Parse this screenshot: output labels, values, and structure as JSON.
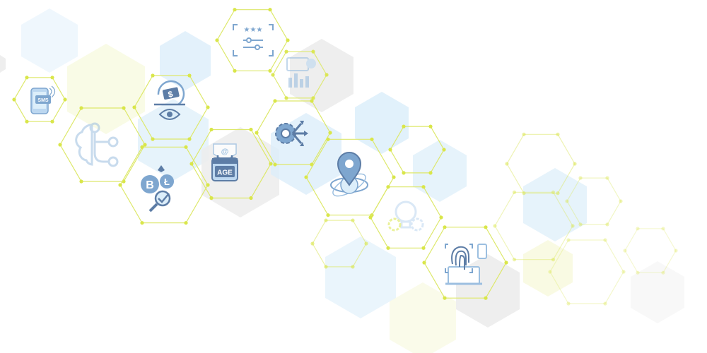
{
  "colors": {
    "node_outline": "#dde86a",
    "node_dot": "#d9e64a",
    "fill_blue": "#dceefa",
    "fill_gray": "#ececec",
    "fill_yellow": "#f7f9dc",
    "icon_dark": "#5d7da6",
    "icon_mid": "#7ea6cf",
    "icon_light": "#bcd7f0"
  },
  "icons": [
    {
      "name": "sms-phone-icon",
      "text": "SMS"
    },
    {
      "name": "brain-network-icon"
    },
    {
      "name": "rating-filter-icon"
    },
    {
      "name": "money-eye-icon"
    },
    {
      "name": "analytics-chart-icon"
    },
    {
      "name": "crypto-check-icon",
      "text1": "B",
      "text2": "Ł"
    },
    {
      "name": "email-age-icon",
      "text": "AGE",
      "at": "@"
    },
    {
      "name": "gear-share-icon"
    },
    {
      "name": "location-globe-icon"
    },
    {
      "name": "lightbulb-gear-icon"
    },
    {
      "name": "fingerprint-devices-icon"
    }
  ]
}
